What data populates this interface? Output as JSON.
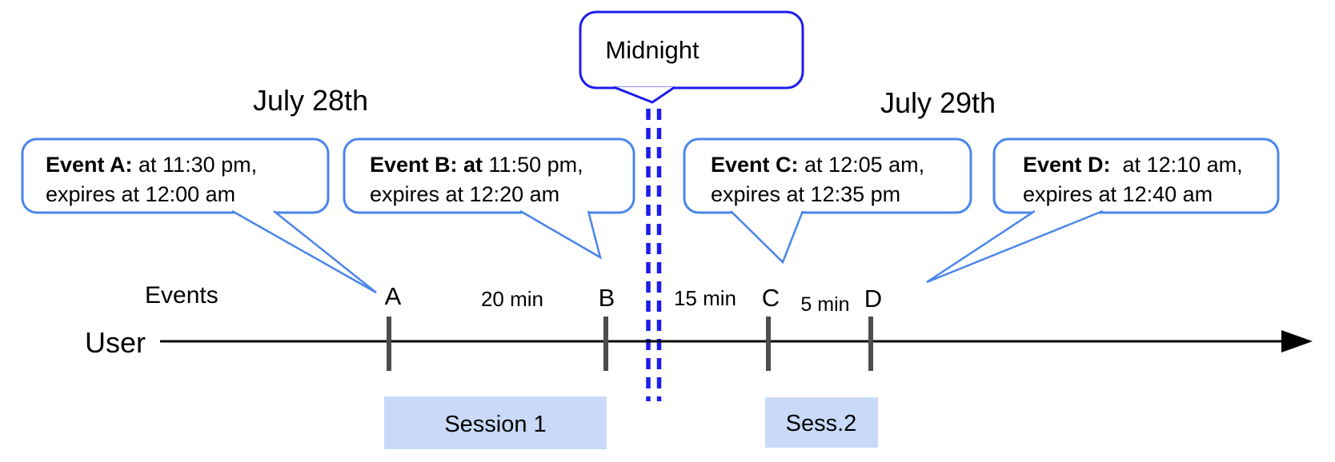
{
  "dates": {
    "left": "July 28th",
    "right": "July 29th"
  },
  "midnight": {
    "label": "Midnight"
  },
  "events": [
    {
      "tick": "A",
      "bold": "Event A:",
      "line1_rest": " at 11:30 pm,",
      "line2": "expires at 12:00 am"
    },
    {
      "tick": "B",
      "bold": "Event B: at",
      "line1_rest": " 11:50 pm,",
      "line2": "expires at 12:20 am"
    },
    {
      "tick": "C",
      "bold": "Event C:",
      "line1_rest": " at 12:05 am,",
      "line2": "expires at 12:35 pm"
    },
    {
      "tick": "D",
      "bold": "Event D:",
      "line1_rest": "  at 12:10 am,",
      "line2": "expires at 12:40 am"
    }
  ],
  "timeline": {
    "axis_label": "User",
    "events_label": "Events",
    "intervals": [
      {
        "label": "20 min"
      },
      {
        "label": "15 min"
      },
      {
        "label": "5 min"
      }
    ]
  },
  "sessions": [
    {
      "label": "Session 1"
    },
    {
      "label": "Sess.2"
    }
  ],
  "colors": {
    "callout_border": "#4a86e8",
    "midnight_blue": "#1c1cec",
    "session_fill": "#c9daf8",
    "tick_color": "#4d4d4d",
    "axis_color": "#000000"
  }
}
